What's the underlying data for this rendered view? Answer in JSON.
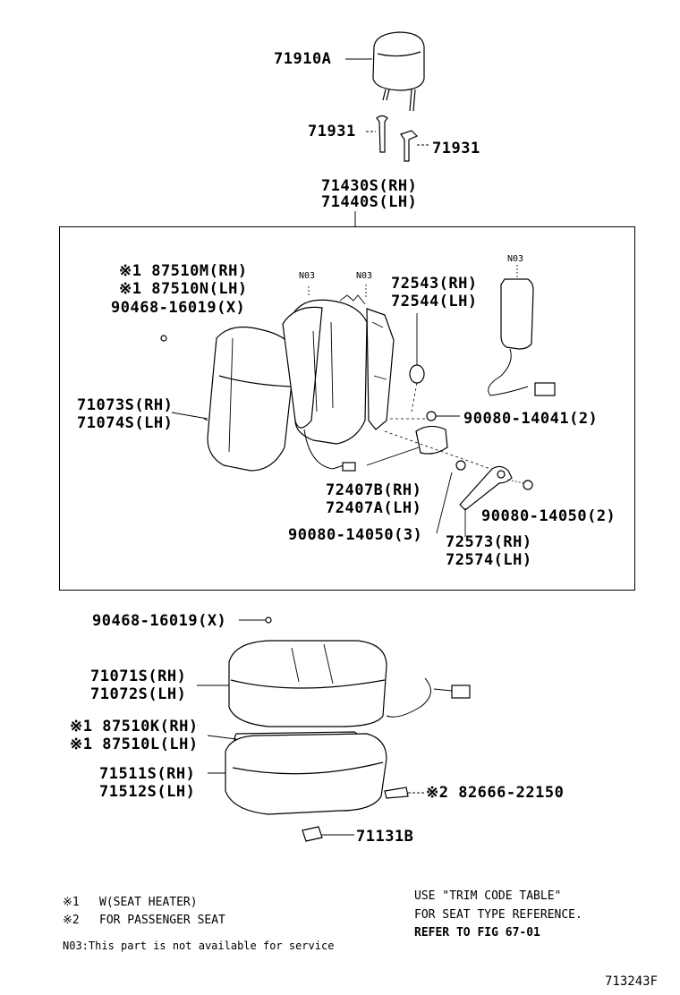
{
  "labels": {
    "headrest": "71910A",
    "guide_left": "71931",
    "guide_right": "71931",
    "back_frame_rh": "71430S(RH)",
    "back_frame_lh": "71440S(LH)",
    "heater_back_rh": "※1 87510M(RH)",
    "heater_back_lh": "※1 87510N(LH)",
    "clip_upper": "90468-16019(X)",
    "back_cover_rh": "71073S(RH)",
    "back_cover_lh": "71074S(LH)",
    "recliner_cover_rh": "72543(RH)",
    "recliner_cover_lh": "72544(LH)",
    "bolt_upper": "90080-14041(2)",
    "hinge_rh": "72407B(RH)",
    "hinge_lh": "72407A(LH)",
    "bolt_right": "90080-14050(2)",
    "bolt_lower": "90080-14050(3)",
    "lever_rh": "72573(RH)",
    "lever_lh": "72574(LH)",
    "n03_a": "N03",
    "n03_b": "N03",
    "n03_c": "N03",
    "clip_lower": "90468-16019(X)",
    "cushion_cover_rh": "71071S(RH)",
    "cushion_cover_lh": "71072S(LH)",
    "heater_cushion_rh": "※1 87510K(RH)",
    "heater_cushion_lh": "※1 87510L(LH)",
    "cushion_pad_rh": "71511S(RH)",
    "cushion_pad_lh": "71512S(LH)",
    "sensor": "※2 82666-22150",
    "bracket": "71131B"
  },
  "notes": {
    "note1_mark": "※1",
    "note1_text": "W(SEAT HEATER)",
    "note2_mark": "※2",
    "note2_text": "FOR PASSENGER SEAT",
    "n03_note": "N03:This part is not available for service",
    "trim_line1": "USE \"TRIM CODE TABLE\"",
    "trim_line2": "FOR SEAT TYPE REFERENCE.",
    "trim_line3": "REFER TO FIG 67-01"
  },
  "figure_id": "713243F"
}
